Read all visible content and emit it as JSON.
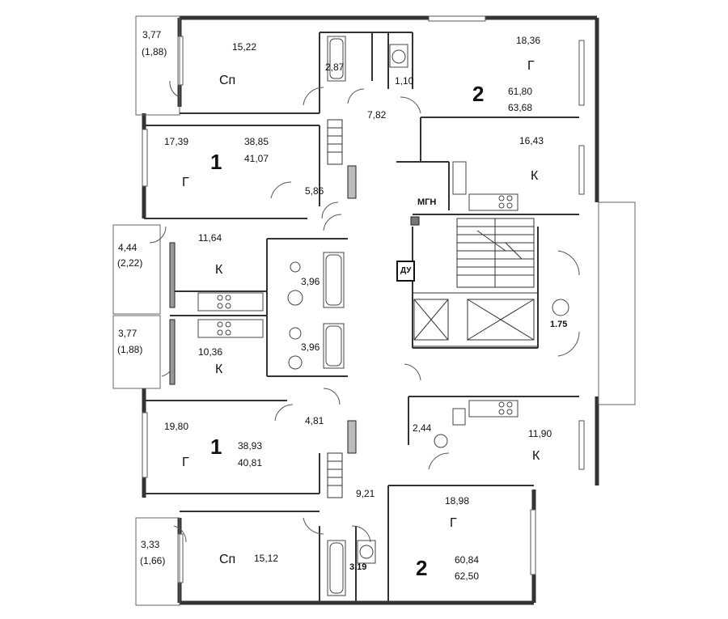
{
  "plan": {
    "corner_mark": "",
    "balconies": [
      {
        "area": "3,77",
        "reduced": "(1,88)"
      },
      {
        "area": "4,44",
        "reduced": "(2,22)"
      },
      {
        "area": "3,77",
        "reduced": "(1,88)"
      },
      {
        "area": "3,33",
        "reduced": "(1,66)"
      }
    ],
    "apartments": [
      {
        "rooms": "2",
        "living": "61,80",
        "total": "63,68"
      },
      {
        "rooms": "1",
        "living": "38,85",
        "total": "41,07"
      },
      {
        "rooms": "1",
        "living": "38,93",
        "total": "40,81"
      },
      {
        "rooms": "2",
        "living": "60,84",
        "total": "62,50"
      }
    ],
    "room_codes": {
      "bedroom": "Сп",
      "living": "Г",
      "kitchen": "К"
    },
    "areas": {
      "a1": "15,22",
      "a2": "2,87",
      "a3": "1,10",
      "a4": "18,36",
      "a5": "7,82",
      "a6": "17,39",
      "a7": "16,43",
      "a8": "5,86",
      "a9": "11,64",
      "a10": "3,96",
      "a11": "3,96",
      "a12": "10,36",
      "a13": "1.75",
      "a14": "4,81",
      "a15": "2,44",
      "a16": "11,90",
      "a17": "19,80",
      "a18": "9,21",
      "a19": "18,98",
      "a20": "15,12",
      "a21": "3.19"
    },
    "signs": {
      "smoke": "ДУ",
      "mgn": "МГН"
    }
  }
}
